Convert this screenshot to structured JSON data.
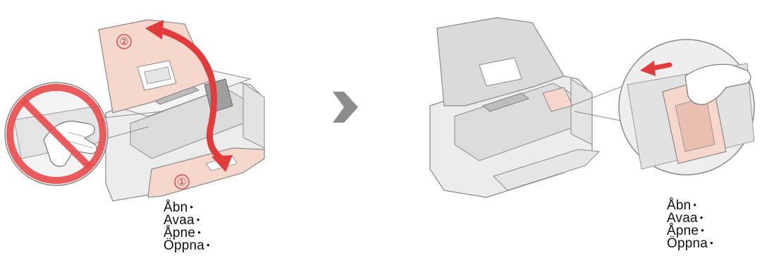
{
  "step_markers": {
    "open_output_tray": "①",
    "open_cover": "②"
  },
  "captions": {
    "left": [
      "Åbn",
      "Avaa",
      "Åpne",
      "Öppna"
    ],
    "right": [
      "Åbn",
      "Avaa",
      "Åpne",
      "Öppna"
    ],
    "bullet": "•"
  },
  "colors": {
    "printer_body": "#e9e9e9",
    "printer_outline": "#8a8a8a",
    "highlight_peach": "#f7d6cb",
    "arrow_red": "#e23b3b",
    "prohibit_red": "#e94b4b",
    "step_arrow_gray": "#8c8c8c"
  },
  "icons": [
    "printer-illustration",
    "prohibited-icon",
    "hand-icon",
    "right-arrow-icon",
    "magnifier-callout"
  ]
}
